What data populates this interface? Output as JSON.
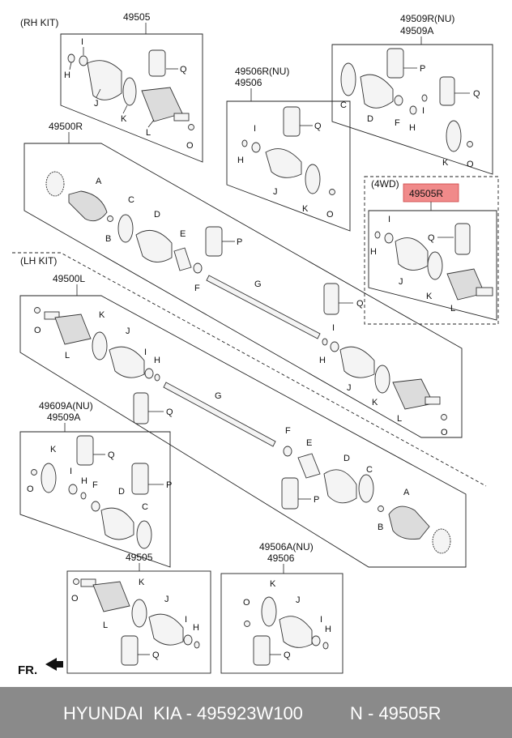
{
  "kits": {
    "rh_kit": "(RH KIT)",
    "lh_kit": "(LH KIT)",
    "fourwd": "(4WD)"
  },
  "part_numbers": {
    "rh_outer": "49505",
    "rh_inner_a": "49509R(NU)",
    "rh_inner_b": "49509A",
    "rh_mid_a": "49506R(NU)",
    "rh_mid_b": "49506",
    "rh_shaft": "49500R",
    "highlighted": "49505R",
    "lh_shaft": "49500L",
    "lh_inner_a": "49609A(NU)",
    "lh_inner_b": "49509A",
    "lh_outer": "49505",
    "lh_mid_a": "49506A(NU)",
    "lh_mid_b": "49506"
  },
  "part_letters": {
    "A": "A",
    "B": "B",
    "C": "C",
    "D": "D",
    "E": "E",
    "F": "F",
    "G": "G",
    "H": "H",
    "I": "I",
    "J": "J",
    "K": "K",
    "L": "L",
    "O": "O",
    "P": "P",
    "Q": "Q"
  },
  "orientation": "FR.",
  "footer": {
    "brand": "HYUNDAI  KIA - 495923W100",
    "ref": "N - 49505R"
  },
  "colors": {
    "highlight_fill": "#f08a8a",
    "footer_bg": "#8a8a8a"
  }
}
